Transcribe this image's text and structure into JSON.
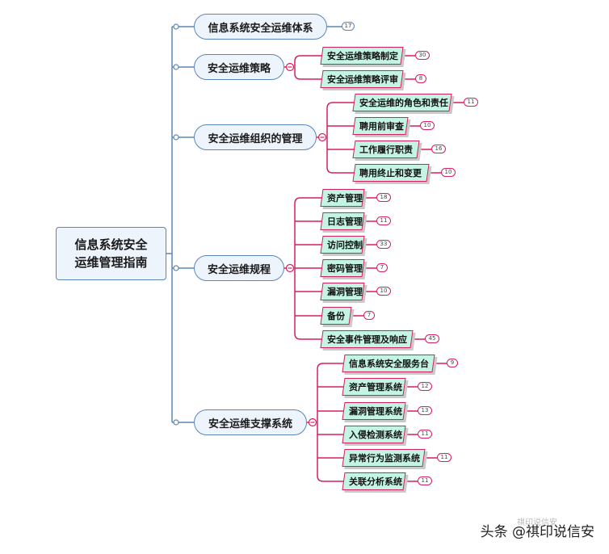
{
  "root": {
    "line1": "信息系统安全",
    "line2": "运维管理指南"
  },
  "main": [
    {
      "label": "信息系统安全运维体系",
      "count": "17",
      "subs": []
    },
    {
      "label": "安全运维策略",
      "count": "",
      "subs": [
        {
          "label": "安全运维策略制定",
          "count": "30"
        },
        {
          "label": "安全运维策略评审",
          "count": "8"
        }
      ]
    },
    {
      "label": "安全运维组织的管理",
      "count": "",
      "subs": [
        {
          "label": "安全运维的角色和责任",
          "count": "11"
        },
        {
          "label": "聘用前审查",
          "count": "10"
        },
        {
          "label": "工作履行职责",
          "count": "16"
        },
        {
          "label": "聘用终止和变更",
          "count": "10"
        }
      ]
    },
    {
      "label": "安全运维规程",
      "count": "",
      "subs": [
        {
          "label": "资产管理",
          "count": "18"
        },
        {
          "label": "日志管理",
          "count": "11"
        },
        {
          "label": "访问控制",
          "count": "33"
        },
        {
          "label": "密码管理",
          "count": "7"
        },
        {
          "label": "漏洞管理",
          "count": "10"
        },
        {
          "label": "备份",
          "count": "7"
        },
        {
          "label": "安全事件管理及响应",
          "count": "45"
        }
      ]
    },
    {
      "label": "安全运维支撑系统",
      "count": "",
      "subs": [
        {
          "label": "信息系统安全服务台",
          "count": "9"
        },
        {
          "label": "资产管理系统",
          "count": "12"
        },
        {
          "label": "漏洞管理系统",
          "count": "13"
        },
        {
          "label": "入侵检测系统",
          "count": "11"
        },
        {
          "label": "异常行为监测系统",
          "count": "11"
        },
        {
          "label": "关联分析系统",
          "count": "11"
        }
      ]
    }
  ],
  "watermark": "头条 @祺印说信安",
  "watermark_ghost": "祺印说信安",
  "colors": {
    "main_border": "#5b86b6",
    "main_fill": "#eef4fb",
    "sub_border": "#d81e5b",
    "sub_fill": "#c4f4e4"
  }
}
